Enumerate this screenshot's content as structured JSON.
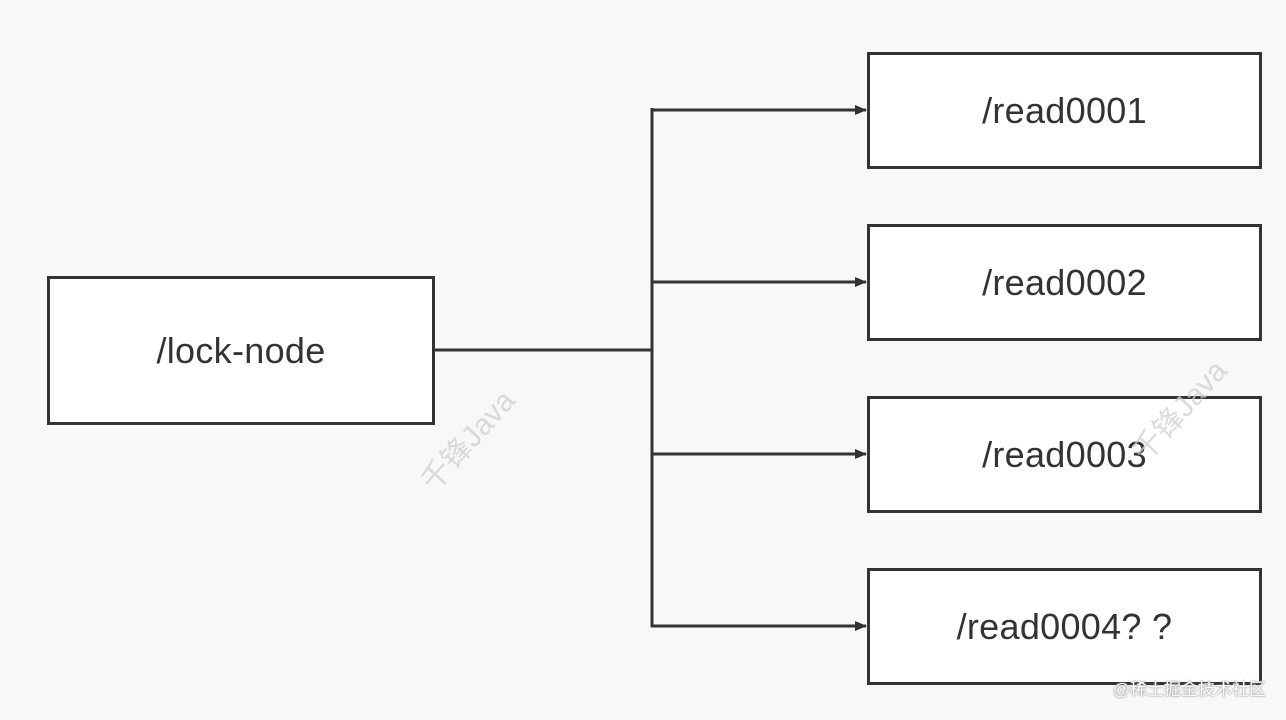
{
  "diagram": {
    "root": {
      "label": "/lock-node"
    },
    "children": [
      {
        "label": "/read0001"
      },
      {
        "label": "/read0002"
      },
      {
        "label": "/read0003"
      },
      {
        "label": "/read0004? ?"
      }
    ]
  },
  "watermarks": [
    "千锋Java",
    "千锋Java"
  ],
  "credit": "@稀土掘金技术社区",
  "colors": {
    "background": "#f8f8f8",
    "stroke": "#333333",
    "box_fill": "#ffffff"
  }
}
